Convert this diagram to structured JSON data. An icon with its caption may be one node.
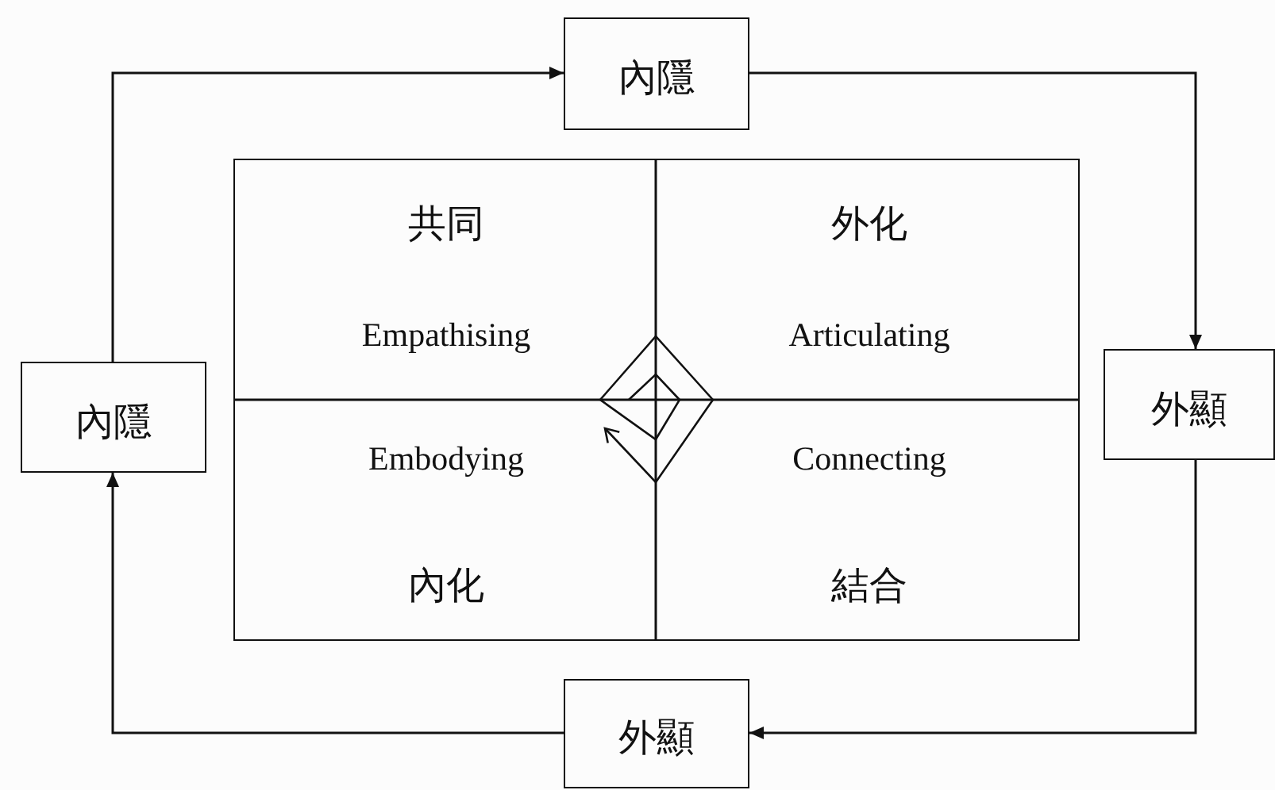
{
  "diagram": {
    "nodes": [
      {
        "text": [
          "內隱"
        ]
      },
      {
        "text": [],
        "shape": "box"
      },
      {
        "text": [
          "共同",
          "Empathising"
        ],
        "in": 1
      },
      {
        "text": [
          "外化",
          "Articulating"
        ],
        "in": 1
      },
      {
        "text": [
          "Embodying",
          "內化"
        ],
        "in": 1
      },
      {
        "text": [
          "Connecting",
          "結合"
        ],
        "in": 1
      },
      {
        "text": [
          "內隱"
        ]
      },
      {
        "text": [
          "外顯"
        ]
      },
      {
        "text": [
          "外顯"
        ]
      }
    ],
    "edges": [
      {
        "from": 6,
        "to": 0,
        "arrow": "to"
      },
      {
        "from": 0,
        "to": 7,
        "arrow": "to"
      },
      {
        "from": 7,
        "to": 8,
        "arrow": "to"
      },
      {
        "from": 8,
        "to": 6,
        "arrow": "to"
      }
    ]
  }
}
